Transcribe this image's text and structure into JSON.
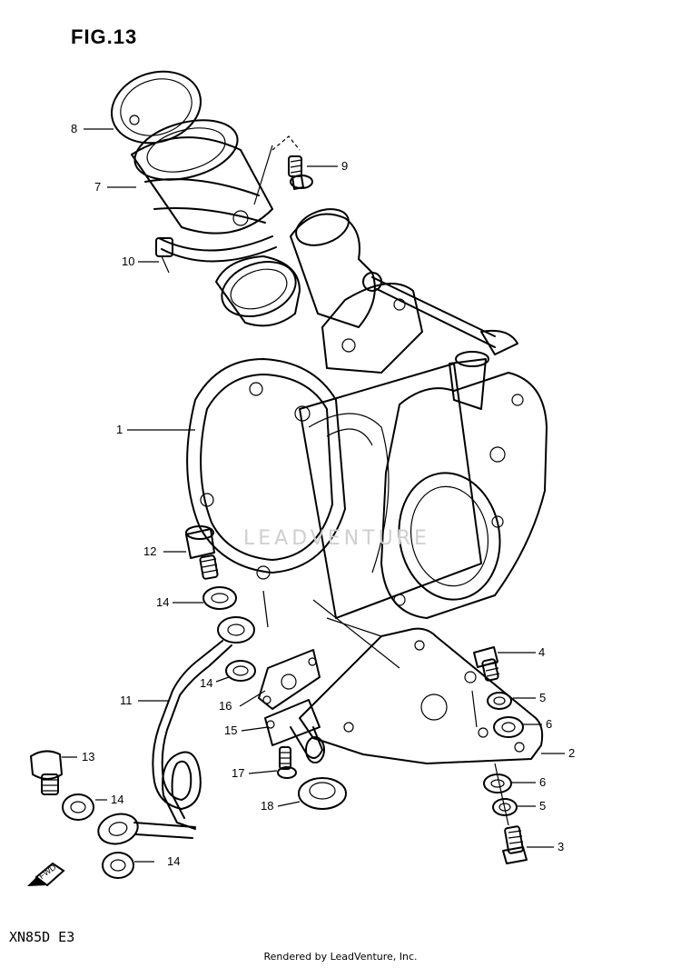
{
  "figure_title": "FIG.13",
  "model_code": "XN85D E3",
  "footer": "Rendered by LeadVenture, Inc.",
  "watermark": "LEADVENTURE",
  "fwd_label": "FWD",
  "callouts": {
    "c1": "1",
    "c2": "2",
    "c3": "3",
    "c4": "4",
    "c5a": "5",
    "c5b": "5",
    "c6a": "6",
    "c6b": "6",
    "c7": "7",
    "c8": "8",
    "c9": "9",
    "c10": "10",
    "c11": "11",
    "c12": "12",
    "c13": "13",
    "c14a": "14",
    "c14b": "14",
    "c14c": "14",
    "c14d": "14",
    "c15": "15",
    "c16": "16",
    "c17": "17",
    "c18": "18"
  }
}
